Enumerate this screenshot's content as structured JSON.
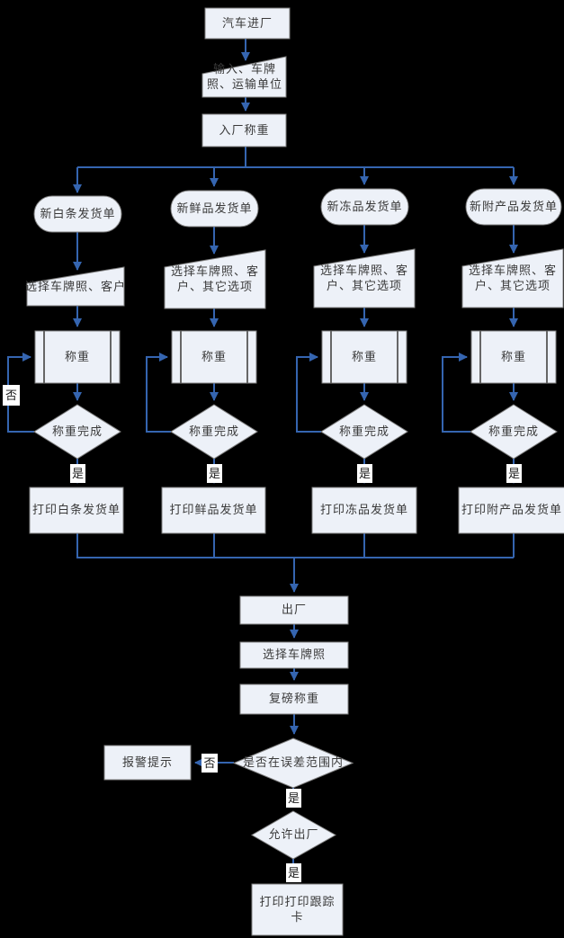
{
  "colors": {
    "background": "#000000",
    "shape_fill": "#edf1f8",
    "shape_border": "#7f7f7f",
    "arrow": "#3565b0",
    "text": "#3a3a3a",
    "label_bg": "#ffffff"
  },
  "nodes": {
    "start": "汽车进厂",
    "input_info": "输入、车牌\n照、运输单位",
    "entry_weigh": "入厂称重",
    "exit": "出厂",
    "select_plate": "选择车牌照",
    "reweigh": "复磅称重",
    "tolerance_check": "是否在误差范围内",
    "alarm": "报警提示",
    "allow_exit": "允许出厂",
    "print_tracking_card": "打印打印跟踪\n卡"
  },
  "labels": {
    "yes": "是",
    "no": "否"
  },
  "branches": [
    {
      "name": "新白条发货单",
      "select": "选择车牌照、客户",
      "weigh": "称重",
      "check": "称重完成",
      "print": "打印白条发货单"
    },
    {
      "name": "新鲜品发货单",
      "select": "选择车牌照、客\n户、其它选项",
      "weigh": "称重",
      "check": "称重完成",
      "print": "打印鲜品发货单"
    },
    {
      "name": "新冻品发货单",
      "select": "选择车牌照、客\n户、其它选项",
      "weigh": "称重",
      "check": "称重完成",
      "print": "打印冻品发货单"
    },
    {
      "name": "新附产品发货单",
      "select": "选择车牌照、客\n户、其它选项",
      "weigh": "称重",
      "check": "称重完成",
      "print": "打印附产品发货单"
    }
  ]
}
